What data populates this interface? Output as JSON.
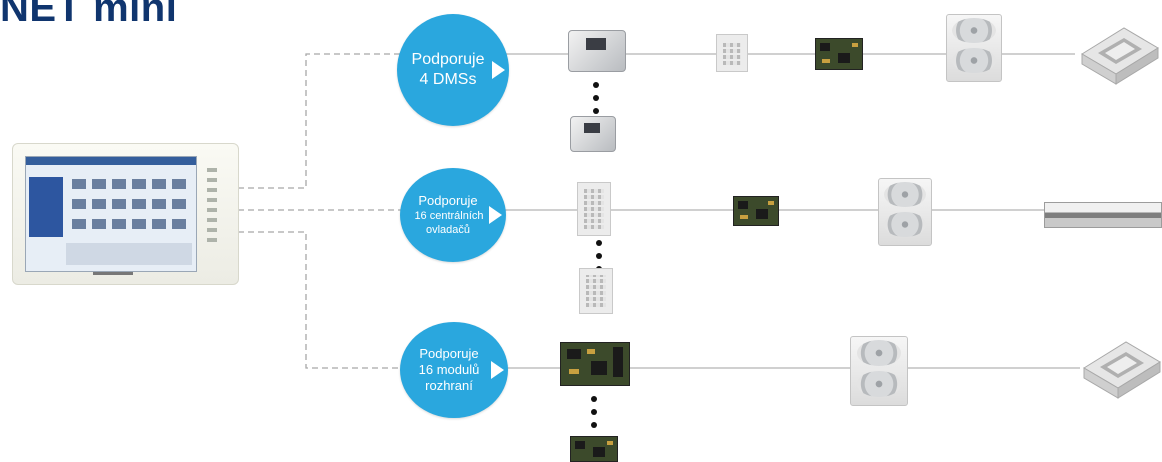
{
  "title": "NET mini",
  "colors": {
    "title": "#10356e",
    "circle": "#2aa7de",
    "line": "#b4b4b4",
    "dashed_line": "#a8a8a8"
  },
  "branches": [
    {
      "id": "dms",
      "lines": [
        "Podporuje",
        "4 DMSs"
      ],
      "devices": [
        "dms-unit-icon",
        "central-controller-panel-icon",
        "interface-module-board-icon",
        "outdoor-unit-icon",
        "ceiling-cassette-unit-icon"
      ],
      "stack": [
        "dms-unit-icon"
      ]
    },
    {
      "id": "central-controllers",
      "lines": [
        "Podporuje",
        "16 centrálních",
        "ovladačů"
      ],
      "devices": [
        "central-controller-panel-icon",
        "interface-module-board-icon",
        "outdoor-unit-icon",
        "duct-unit-icon"
      ],
      "stack": [
        "central-controller-panel-icon"
      ]
    },
    {
      "id": "interface-modules",
      "lines": [
        "Podporuje",
        "16 modulů",
        "rozhraní"
      ],
      "devices": [
        "interface-module-board-icon",
        "outdoor-unit-icon",
        "ceiling-cassette-unit-icon"
      ],
      "stack": [
        "interface-module-board-icon"
      ]
    }
  ],
  "source_device": "touch-screen-controller-icon"
}
